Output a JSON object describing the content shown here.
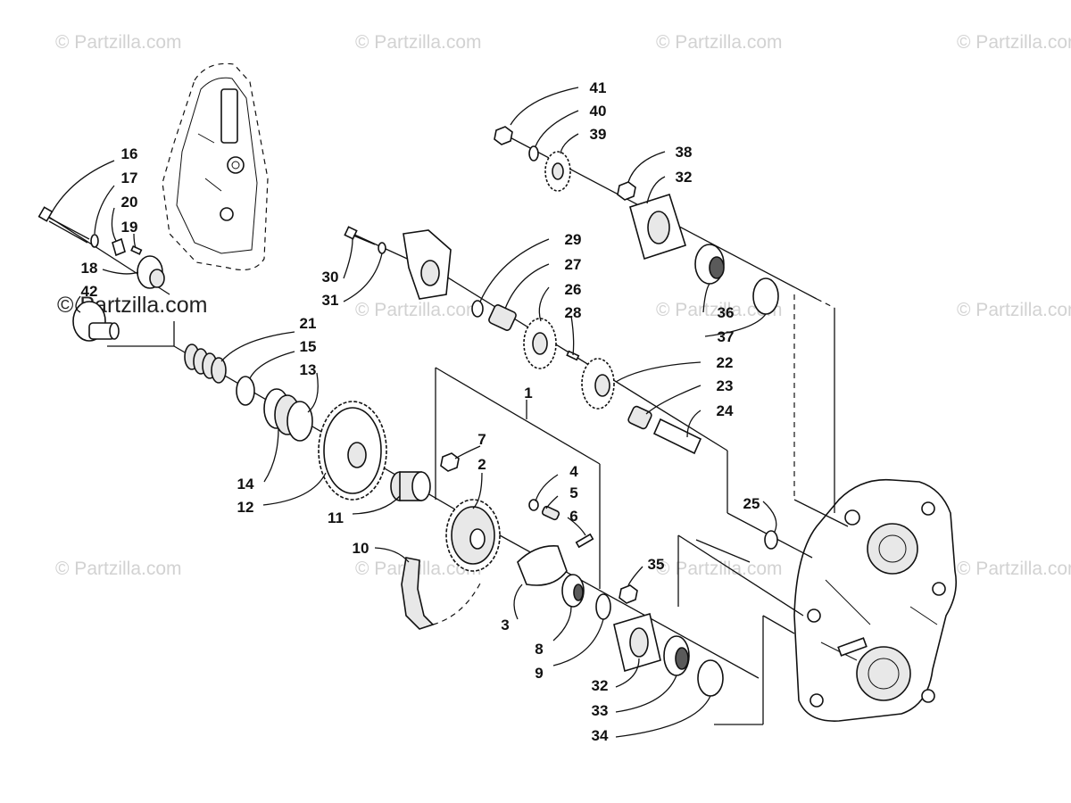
{
  "watermarks": {
    "light_text": "© Partzilla.com",
    "dark_text": "© Partzilla.com"
  },
  "callouts": {
    "c1": "1",
    "c2": "2",
    "c3": "3",
    "c4": "4",
    "c5": "5",
    "c6": "6",
    "c7": "7",
    "c8": "8",
    "c9": "9",
    "c10": "10",
    "c11": "11",
    "c12": "12",
    "c13": "13",
    "c14": "14",
    "c15": "15",
    "c16": "16",
    "c17": "17",
    "c18": "18",
    "c19": "19",
    "c20": "20",
    "c21": "21",
    "c22": "22",
    "c23": "23",
    "c24": "24",
    "c25": "25",
    "c26": "26",
    "c27": "27",
    "c28": "28",
    "c29": "29",
    "c30": "30",
    "c31": "31",
    "c32a": "32",
    "c32b": "32",
    "c33": "33",
    "c34": "34",
    "c35": "35",
    "c36": "36",
    "c37": "37",
    "c38": "38",
    "c39": "39",
    "c40": "40",
    "c41": "41",
    "c42": "42"
  },
  "colors": {
    "line": "#111111",
    "watermark": "#d2d2d2",
    "background": "#ffffff"
  }
}
